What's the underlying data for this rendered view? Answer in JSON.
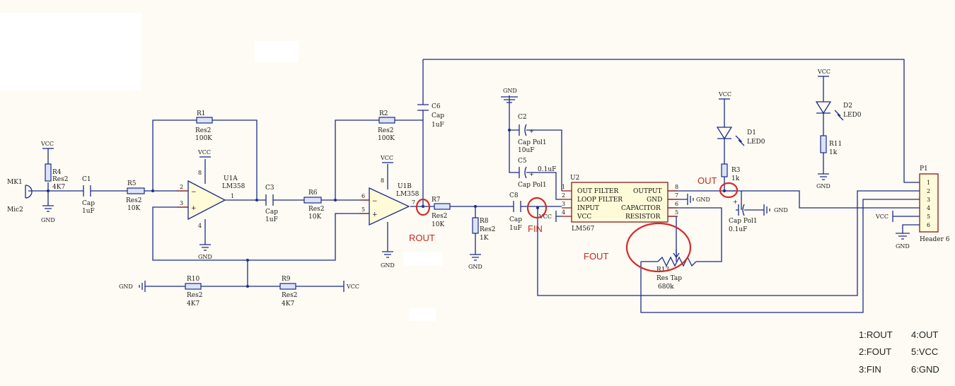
{
  "components": {
    "MK1": {
      "ref": "MK1",
      "value": "Mic2"
    },
    "R4": {
      "ref": "R4",
      "type": "Res2",
      "value": "4K7"
    },
    "C1": {
      "ref": "C1",
      "type": "Cap",
      "value": "1uF"
    },
    "R5": {
      "ref": "R5",
      "type": "Res2",
      "value": "10K"
    },
    "R1": {
      "ref": "R1",
      "type": "Res2",
      "value": "100K"
    },
    "U1A": {
      "ref": "U1A",
      "part": "LM358"
    },
    "C3": {
      "ref": "C3",
      "type": "Cap",
      "value": "1uF"
    },
    "R6": {
      "ref": "R6",
      "type": "Res2",
      "value": "10K"
    },
    "R2": {
      "ref": "R2",
      "type": "Res2",
      "value": "100K"
    },
    "C6": {
      "ref": "C6",
      "type": "Cap",
      "value": "1uF"
    },
    "U1B": {
      "ref": "U1B",
      "part": "LM358"
    },
    "R7": {
      "ref": "R7",
      "type": "Res2",
      "value": "10K"
    },
    "R8": {
      "ref": "R8",
      "type": "Res2",
      "value": "1K"
    },
    "R10": {
      "ref": "R10",
      "type": "Res2",
      "value": "4K7"
    },
    "R9": {
      "ref": "R9",
      "type": "Res2",
      "value": "4K7"
    },
    "C8": {
      "ref": "C8",
      "type": "Cap",
      "value": "1uF"
    },
    "C2": {
      "ref": "C2",
      "type": "Cap Pol1",
      "value": "10uF"
    },
    "C5": {
      "ref": "C5",
      "type": "Cap Pol1",
      "value": "0.1uF"
    },
    "U2": {
      "ref": "U2",
      "part": "LM567"
    },
    "R13": {
      "ref": "R13",
      "type": "Res Tap",
      "value": "680k"
    },
    "R3": {
      "ref": "R3",
      "value": "1k"
    },
    "D1": {
      "ref": "D1",
      "type": "LED0"
    },
    "C4": {
      "type": "Cap Pol1",
      "value": "0.1uF"
    },
    "D2": {
      "ref": "D2",
      "type": "LED0"
    },
    "R11": {
      "ref": "R11",
      "value": "1k"
    },
    "P1": {
      "ref": "P1",
      "type": "Header 6"
    }
  },
  "u2_pins": {
    "left": [
      {
        "num": "1",
        "name": "OUT FILTER"
      },
      {
        "num": "2",
        "name": "LOOP FILTER"
      },
      {
        "num": "3",
        "name": "INPUT"
      },
      {
        "num": "4",
        "name": "VCC"
      }
    ],
    "right": [
      {
        "num": "8",
        "name": "OUTPUT"
      },
      {
        "num": "7",
        "name": "GND"
      },
      {
        "num": "6",
        "name": "CAPACITOR"
      },
      {
        "num": "5",
        "name": "RESISTOR"
      }
    ]
  },
  "header_pins": [
    "1",
    "2",
    "3",
    "4",
    "5",
    "6"
  ],
  "pin_numbers": {
    "u1a_in_neg": "2",
    "u1a_in_pos": "3",
    "u1a_out": "1",
    "u1a_top": "8",
    "u1a_bot": "4",
    "u1b_in_neg": "6",
    "u1b_in_pos": "5",
    "u1b_out": "7",
    "u1b_top": "8"
  },
  "nets": {
    "vcc": "VCC",
    "gnd": "GND"
  },
  "annotations": {
    "rout": "ROUT",
    "fin": "FIN",
    "fout": "FOUT",
    "out": "OUT"
  },
  "legend": [
    {
      "left": "1:ROUT",
      "right": "4:OUT"
    },
    {
      "left": "2:FOUT",
      "right": "5:VCC"
    },
    {
      "left": "3:FIN",
      "right": "6:GND"
    }
  ],
  "colors": {
    "wire": "#1c2b8c",
    "pin": "#8b1a1a",
    "highlight": "#d42a2a",
    "annotation_text": "#c8281e",
    "background": "#fdfbf3"
  }
}
